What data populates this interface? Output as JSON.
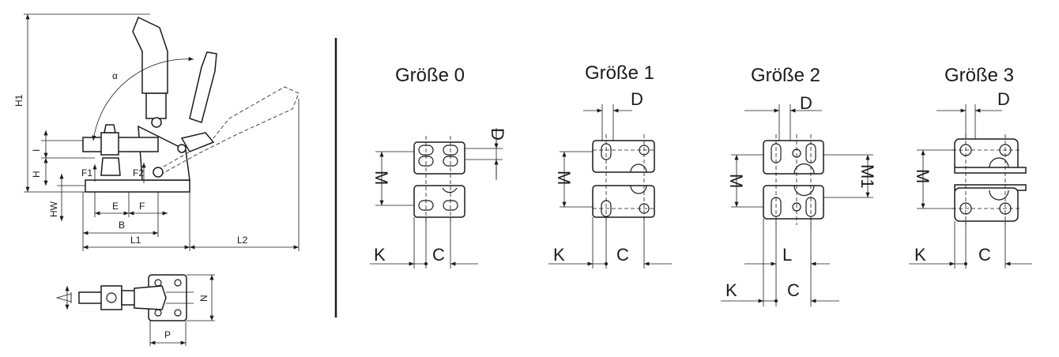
{
  "side_view_labels": {
    "h1": "H1",
    "i": "I",
    "h": "H",
    "hw": "HW",
    "f1": "F1",
    "f2": "F2",
    "e": "E",
    "f": "F",
    "b": "B",
    "l1": "L1",
    "l2": "L2",
    "alpha": "α"
  },
  "top_view_labels": {
    "n": "N",
    "p": "P"
  },
  "sizes": [
    {
      "title": "Größe 0",
      "d": "D",
      "m": "M",
      "k": "K",
      "c": "C"
    },
    {
      "title": "Größe 1",
      "d": "D",
      "m": "M",
      "k": "K",
      "c": "C"
    },
    {
      "title": "Größe 2",
      "d": "D",
      "m": "M",
      "m1": "M1",
      "l": "L",
      "k": "K",
      "c": "C"
    },
    {
      "title": "Größe 3",
      "d": "D",
      "m": "M",
      "k": "K",
      "c": "C"
    }
  ]
}
